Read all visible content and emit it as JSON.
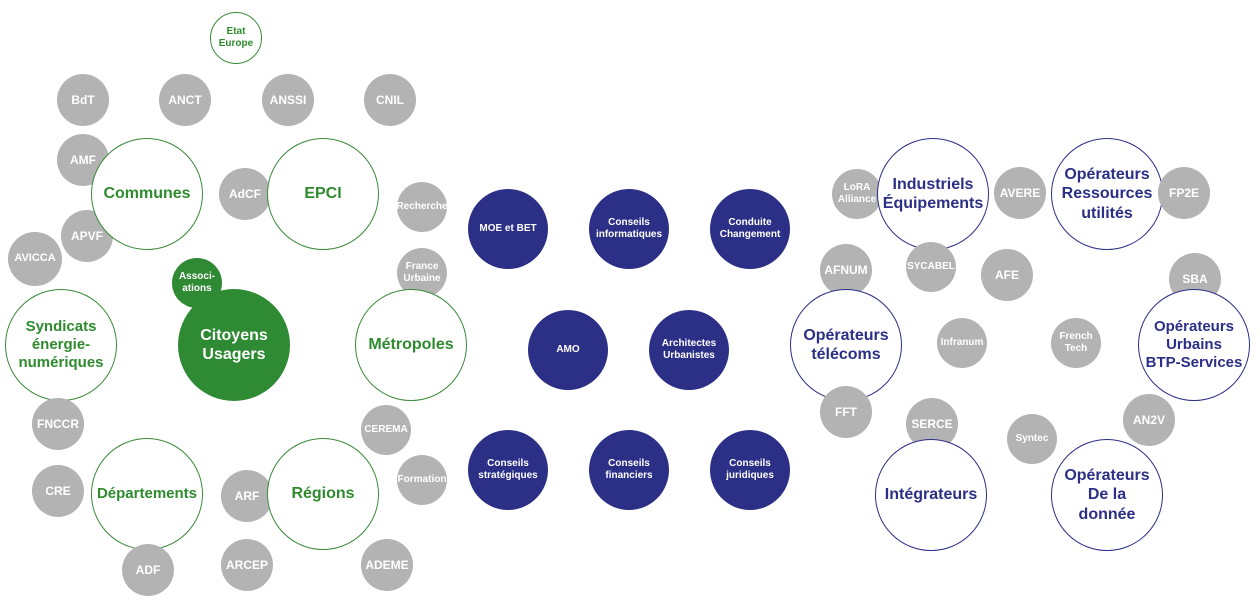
{
  "left": {
    "etat_europe": "Etat\nEurope",
    "bdt": "BdT",
    "anct": "ANCT",
    "anssi": "ANSSI",
    "cnil": "CNIL",
    "amf": "AMF",
    "communes": "Communes",
    "adcf": "AdCF",
    "epci": "EPCI",
    "apvf": "APVF",
    "avicca": "AVICCA",
    "associations": "Associ-\nations",
    "citoyens": "Citoyens\nUsagers",
    "recherche": "Recherche",
    "france_urbaine": "France\nUrbaine",
    "syndicats": "Syndicats\nénergie-\nnumériques",
    "metropoles": "Métropoles",
    "fnccr": "FNCCR",
    "cerema": "CEREMA",
    "cre": "CRE",
    "departements": "Départements",
    "arf": "ARF",
    "regions": "Régions",
    "formation": "Formation",
    "adf": "ADF",
    "arcep": "ARCEP",
    "ademe": "ADEME"
  },
  "center": {
    "moe_bet": "MOE et BET",
    "conseils_info": "Conseils\ninformatiques",
    "conduite": "Conduite\nChangement",
    "amo": "AMO",
    "architectes": "Architectes\nUrbanistes",
    "conseils_strat": "Conseils\nstratégiques",
    "conseils_fin": "Conseils\nfinanciers",
    "conseils_jur": "Conseils\njuridiques"
  },
  "right": {
    "lora": "LoRA\nAlliance",
    "industriels": "Industriels\nÉquipements",
    "avere": "AVERE",
    "op_ressources": "Opérateurs\nRessources\nutilités",
    "fp2e": "FP2E",
    "afnum": "AFNUM",
    "sycabel": "SYCABEL",
    "afe": "AFE",
    "sba": "SBA",
    "op_telecoms": "Opérateurs\ntélécoms",
    "infranum": "Infranum",
    "french_tech": "French\nTech",
    "op_urbains": "Opérateurs\nUrbains\nBTP-Services",
    "fft": "FFT",
    "serce": "SERCE",
    "an2v": "AN2V",
    "syntec": "Syntec",
    "integrateurs": "Intégrateurs",
    "op_donnee": "Opérateurs\nDe la\ndonnée"
  },
  "colors": {
    "grey": "#b3b3b3",
    "green": "#2e8b2e",
    "navy": "#2b2f86"
  }
}
